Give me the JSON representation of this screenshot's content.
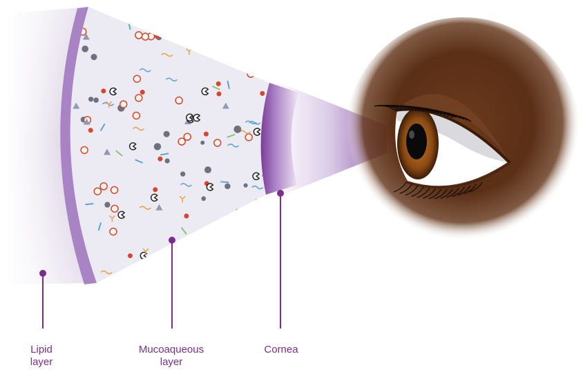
{
  "labels": {
    "lipid": {
      "line1": "Lipid",
      "line2": "layer"
    },
    "mucoaqueous": {
      "line1": "Mucoaqueous",
      "line2": "layer"
    },
    "cornea": {
      "line1": "Cornea"
    }
  },
  "colors": {
    "accent": "#7b2d8e",
    "lipid_band": "#b08cc8",
    "wedge_fill": "#ecebf3",
    "iris": "#8a4a12",
    "skin": "#5a2f16",
    "particle_red": "#d4472c",
    "particle_orange": "#e7a24a",
    "particle_green": "#8bc47a",
    "particle_blue": "#58a6cf",
    "particle_grey": "#6e7180",
    "particle_triangle": "#8e9bb0"
  }
}
